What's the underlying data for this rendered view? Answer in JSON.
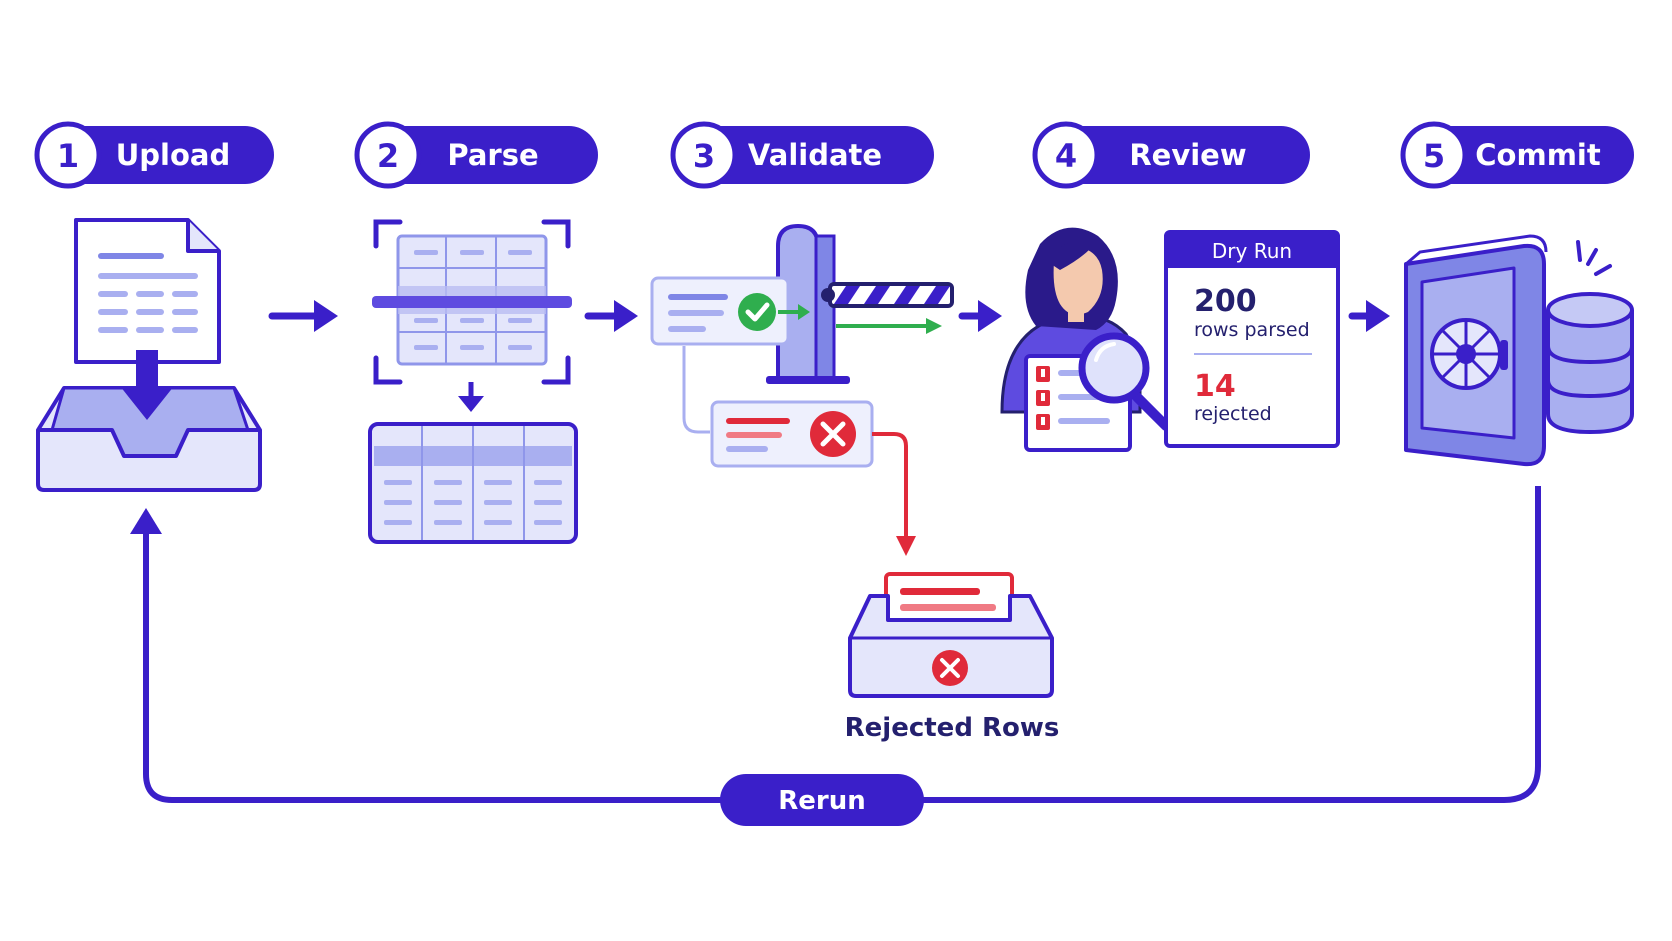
{
  "steps": [
    {
      "number": "1",
      "label": "Upload"
    },
    {
      "number": "2",
      "label": "Parse"
    },
    {
      "number": "3",
      "label": "Validate"
    },
    {
      "number": "4",
      "label": "Review"
    },
    {
      "number": "5",
      "label": "Commit"
    }
  ],
  "dry_run": {
    "title": "Dry Run",
    "parsed_count": "200",
    "parsed_label": "rows parsed",
    "rejected_count": "14",
    "rejected_label": "rejected"
  },
  "rejected_bin_label": "Rejected Rows",
  "rerun_label": "Rerun",
  "colors": {
    "primary": "#3a1fc9",
    "light_fill": "#e4e6fb",
    "mid_fill": "#a9aff0",
    "success": "#2fae4e",
    "danger": "#e02a3a"
  }
}
